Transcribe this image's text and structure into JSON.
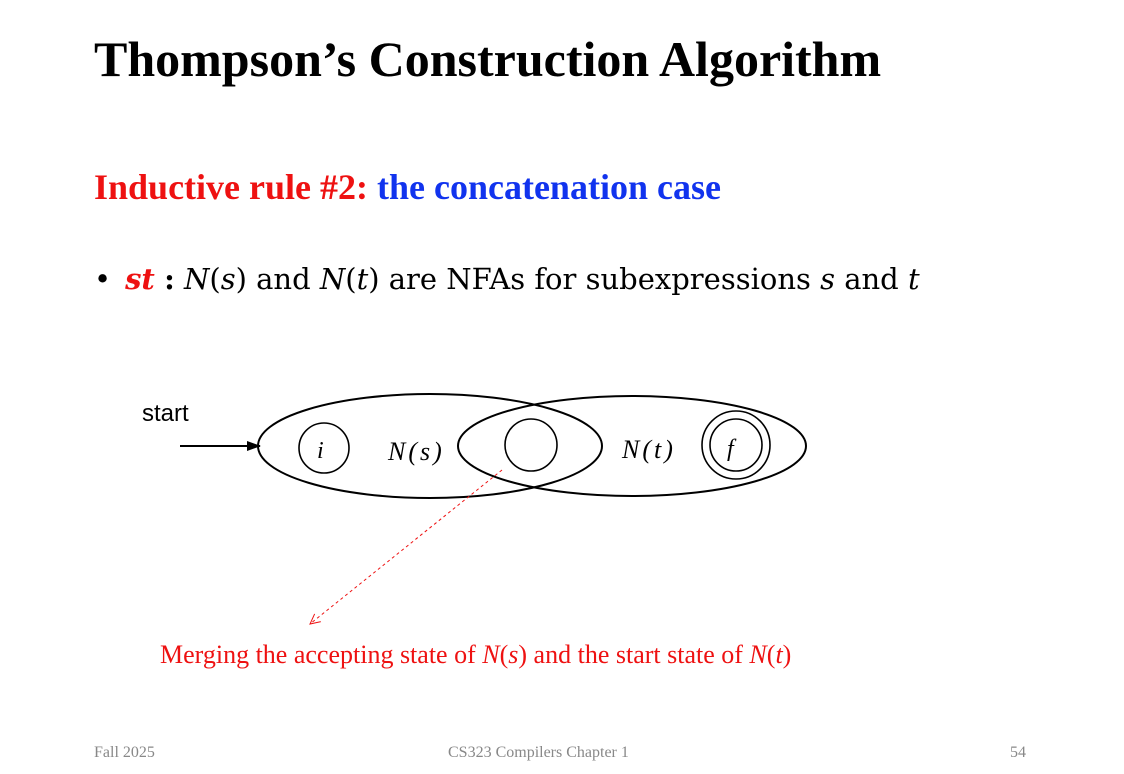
{
  "slide": {
    "title": "Thompson’s Construction Algorithm",
    "subtitle_red": "Inductive rule #2:",
    "subtitle_blue": "the concatenation case"
  },
  "bullet": {
    "dot": "•",
    "expr": "st",
    "colon": ":",
    "text_1": "N",
    "text_2": "(",
    "text_3": "s",
    "text_4": ") and ",
    "text_5": "N",
    "text_6": "(",
    "text_7": "t",
    "text_8": ") are NFAs for subexpressions ",
    "text_9": "s",
    "text_10": " and ",
    "text_11": "t"
  },
  "diagram": {
    "start_label": "start",
    "state_i": "i",
    "state_f": "f",
    "ns_label": "N(s)",
    "nt_label": "N(t)"
  },
  "note": {
    "p1": "Merging the accepting state of ",
    "p2": "N",
    "p3": "(",
    "p4": "s",
    "p5": ") and the start state of ",
    "p6": "N",
    "p7": "(",
    "p8": "t",
    "p9": ")"
  },
  "footer": {
    "left": "Fall 2025",
    "center": "CS323 Compilers Chapter 1",
    "right": "54"
  }
}
